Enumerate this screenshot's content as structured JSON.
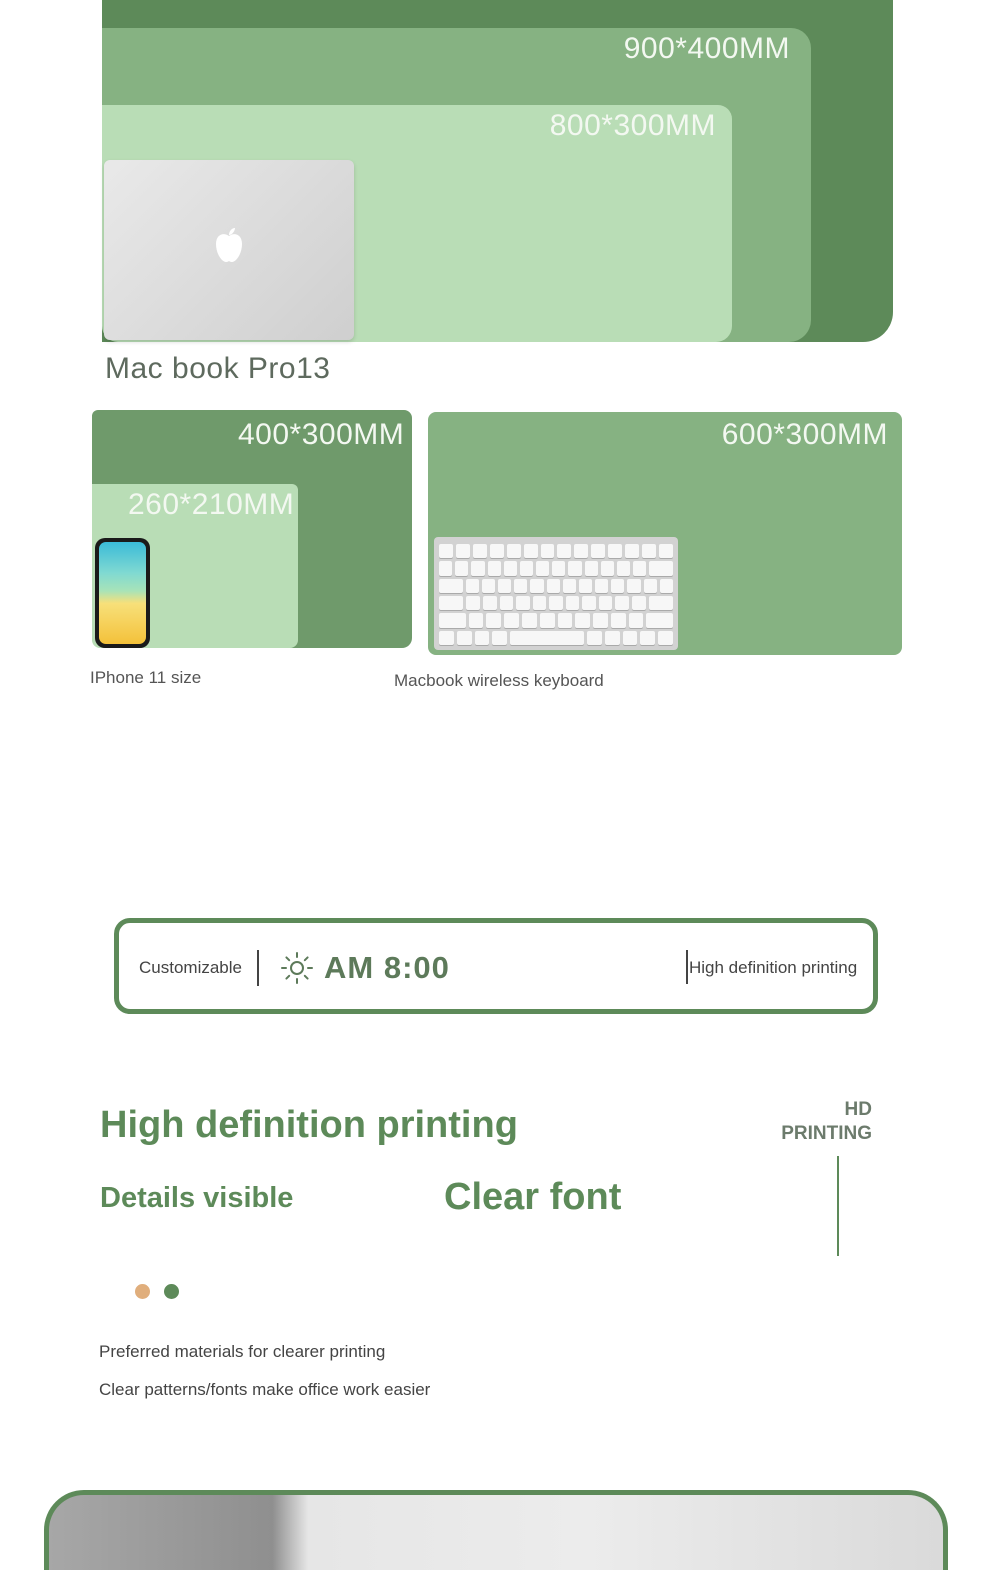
{
  "top_diagram": {
    "size_900": "900*400MM",
    "size_800": "800*300MM",
    "laptop_caption": "Mac book Pro13",
    "laptop_icon": "apple-logo-icon"
  },
  "small_mats": {
    "size_400": "400*300MM",
    "size_260": "260*210MM",
    "size_600": "600*300MM",
    "phone_caption": "IPhone 11 size",
    "keyboard_caption": "Macbook wireless keyboard"
  },
  "banner": {
    "left_text": "Customizable",
    "icon": "sun-icon",
    "time": "AM 8:00",
    "right_text": "High definition printing"
  },
  "hd_section": {
    "title": "High definition printing",
    "details": "Details visible",
    "clear_font": "Clear font",
    "tag_line1": "HD",
    "tag_line2": "PRINTING",
    "notes": [
      "Preferred materials for clearer printing",
      "Clear patterns/fonts make office work easier"
    ]
  },
  "colors": {
    "dark_green": "#5d8a59",
    "mid_green": "#86b282",
    "light_green": "#b9ddb6",
    "dot_orange": "#e0ae7c",
    "dot_green": "#5d8a59"
  }
}
